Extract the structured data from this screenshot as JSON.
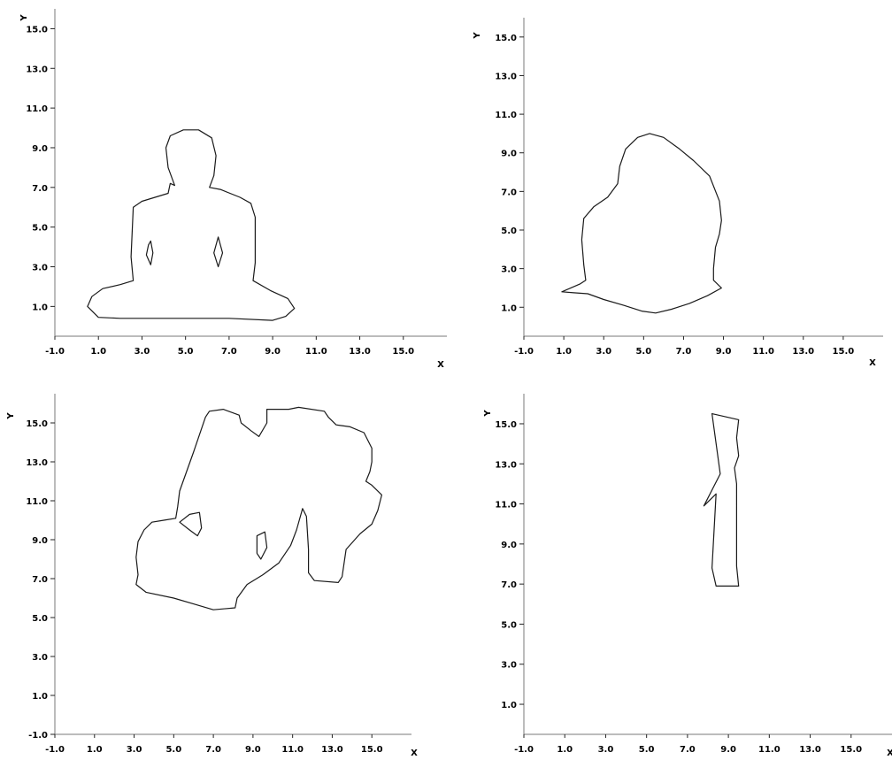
{
  "chart_data": [
    {
      "type": "line",
      "xlabel": "X",
      "ylabel": "Y",
      "xlim": [
        -1,
        17
      ],
      "ylim": [
        -0.5,
        16
      ],
      "xticks": [
        "-1.0",
        "1.0",
        "3.0",
        "5.0",
        "7.0",
        "9.0",
        "11.0",
        "13.0",
        "15.0"
      ],
      "yticks": [
        "1.0",
        "3.0",
        "5.0",
        "7.0",
        "9.0",
        "11.0",
        "13.0",
        "15.0"
      ],
      "series": [
        {
          "closed": true,
          "points": [
            [
              0.5,
              1.0
            ],
            [
              0.7,
              1.5
            ],
            [
              1.2,
              1.9
            ],
            [
              2.0,
              2.1
            ],
            [
              2.6,
              2.3
            ],
            [
              2.5,
              3.5
            ],
            [
              2.6,
              6.0
            ],
            [
              3.0,
              6.3
            ],
            [
              4.2,
              6.7
            ],
            [
              4.3,
              7.2
            ],
            [
              4.5,
              7.1
            ],
            [
              4.2,
              8.0
            ],
            [
              4.1,
              9.0
            ],
            [
              4.3,
              9.6
            ],
            [
              4.9,
              9.9
            ],
            [
              5.6,
              9.9
            ],
            [
              6.2,
              9.5
            ],
            [
              6.4,
              8.6
            ],
            [
              6.3,
              7.6
            ],
            [
              6.1,
              7.0
            ],
            [
              6.6,
              6.9
            ],
            [
              7.5,
              6.5
            ],
            [
              8.0,
              6.2
            ],
            [
              8.2,
              5.5
            ],
            [
              8.2,
              3.2
            ],
            [
              8.1,
              2.3
            ],
            [
              8.9,
              1.8
            ],
            [
              9.7,
              1.4
            ],
            [
              10.0,
              0.9
            ],
            [
              9.6,
              0.5
            ],
            [
              9.0,
              0.3
            ],
            [
              7.0,
              0.4
            ],
            [
              4.0,
              0.4
            ],
            [
              2.0,
              0.4
            ],
            [
              1.0,
              0.45
            ],
            [
              0.5,
              1.0
            ]
          ]
        },
        {
          "closed": true,
          "points": [
            [
              3.4,
              4.3
            ],
            [
              3.5,
              3.7
            ],
            [
              3.4,
              3.1
            ],
            [
              3.2,
              3.6
            ],
            [
              3.3,
              4.1
            ],
            [
              3.4,
              4.3
            ]
          ]
        },
        {
          "closed": true,
          "points": [
            [
              6.5,
              4.5
            ],
            [
              6.7,
              3.7
            ],
            [
              6.5,
              3.0
            ],
            [
              6.3,
              3.7
            ],
            [
              6.5,
              4.5
            ]
          ]
        }
      ]
    },
    {
      "type": "line",
      "xlabel": "X",
      "ylabel": "Y",
      "xlim": [
        -1,
        17
      ],
      "ylim": [
        -0.5,
        16
      ],
      "xticks": [
        "-1.0",
        "1.0",
        "3.0",
        "5.0",
        "7.0",
        "9.0",
        "11.0",
        "13.0",
        "15.0"
      ],
      "yticks": [
        "1.0",
        "3.0",
        "5.0",
        "7.0",
        "9.0",
        "11.0",
        "13.0",
        "15.0"
      ],
      "series": [
        {
          "closed": true,
          "points": [
            [
              0.9,
              1.8
            ],
            [
              1.8,
              2.2
            ],
            [
              2.1,
              2.4
            ],
            [
              2.0,
              3.2
            ],
            [
              1.9,
              4.5
            ],
            [
              2.0,
              5.6
            ],
            [
              2.5,
              6.2
            ],
            [
              3.2,
              6.7
            ],
            [
              3.7,
              7.4
            ],
            [
              3.8,
              8.3
            ],
            [
              4.1,
              9.2
            ],
            [
              4.7,
              9.8
            ],
            [
              5.3,
              10.0
            ],
            [
              6.0,
              9.8
            ],
            [
              6.8,
              9.2
            ],
            [
              7.5,
              8.6
            ],
            [
              8.3,
              7.8
            ],
            [
              8.8,
              6.5
            ],
            [
              8.9,
              5.5
            ],
            [
              8.8,
              4.8
            ],
            [
              8.6,
              4.1
            ],
            [
              8.5,
              3.0
            ],
            [
              8.5,
              2.4
            ],
            [
              8.9,
              2.0
            ],
            [
              8.2,
              1.6
            ],
            [
              7.3,
              1.2
            ],
            [
              6.4,
              0.9
            ],
            [
              5.6,
              0.7
            ],
            [
              4.9,
              0.8
            ],
            [
              4.0,
              1.1
            ],
            [
              3.0,
              1.4
            ],
            [
              2.2,
              1.7
            ],
            [
              1.5,
              1.75
            ],
            [
              0.9,
              1.8
            ]
          ]
        }
      ]
    },
    {
      "type": "line",
      "xlabel": "X",
      "ylabel": "Y",
      "xlim": [
        -1,
        17
      ],
      "ylim": [
        -1,
        16.5
      ],
      "xticks": [
        "-1.0",
        "1.0",
        "3.0",
        "5.0",
        "7.0",
        "9.0",
        "11.0",
        "13.0",
        "15.0"
      ],
      "yticks": [
        "-1.0",
        "1.0",
        "3.0",
        "5.0",
        "7.0",
        "9.0",
        "11.0",
        "13.0",
        "15.0"
      ],
      "series": [
        {
          "closed": true,
          "points": [
            [
              3.1,
              6.7
            ],
            [
              3.6,
              6.3
            ],
            [
              5.0,
              6.0
            ],
            [
              6.0,
              5.7
            ],
            [
              7.0,
              5.4
            ],
            [
              8.1,
              5.5
            ],
            [
              8.2,
              6.0
            ],
            [
              8.7,
              6.7
            ],
            [
              9.5,
              7.2
            ],
            [
              10.3,
              7.8
            ],
            [
              10.9,
              8.7
            ],
            [
              11.2,
              9.5
            ],
            [
              11.5,
              10.6
            ],
            [
              11.7,
              10.2
            ],
            [
              11.8,
              8.5
            ],
            [
              11.8,
              7.3
            ],
            [
              12.1,
              6.9
            ],
            [
              13.3,
              6.8
            ],
            [
              13.5,
              7.1
            ],
            [
              13.7,
              8.5
            ],
            [
              14.4,
              9.3
            ],
            [
              15.0,
              9.8
            ],
            [
              15.3,
              10.5
            ],
            [
              15.5,
              11.3
            ],
            [
              15.0,
              11.8
            ],
            [
              14.7,
              12.0
            ],
            [
              14.9,
              12.5
            ],
            [
              15.0,
              13.0
            ],
            [
              15.0,
              13.7
            ],
            [
              14.6,
              14.5
            ],
            [
              13.9,
              14.8
            ],
            [
              13.2,
              14.9
            ],
            [
              12.8,
              15.3
            ],
            [
              12.6,
              15.6
            ],
            [
              11.3,
              15.8
            ],
            [
              10.8,
              15.7
            ],
            [
              9.7,
              15.7
            ],
            [
              9.7,
              15.0
            ],
            [
              9.3,
              14.3
            ],
            [
              8.9,
              14.6
            ],
            [
              8.4,
              15.0
            ],
            [
              8.3,
              15.4
            ],
            [
              7.5,
              15.7
            ],
            [
              6.8,
              15.6
            ],
            [
              6.6,
              15.3
            ],
            [
              6.0,
              13.5
            ],
            [
              5.3,
              11.5
            ],
            [
              5.2,
              10.7
            ],
            [
              5.1,
              10.1
            ],
            [
              4.5,
              10.0
            ],
            [
              3.9,
              9.9
            ],
            [
              3.5,
              9.5
            ],
            [
              3.2,
              8.9
            ],
            [
              3.1,
              8.1
            ],
            [
              3.2,
              7.2
            ],
            [
              3.1,
              6.7
            ]
          ]
        },
        {
          "closed": true,
          "points": [
            [
              5.3,
              9.9
            ],
            [
              5.8,
              10.3
            ],
            [
              6.3,
              10.4
            ],
            [
              6.4,
              9.6
            ],
            [
              6.2,
              9.2
            ],
            [
              5.8,
              9.5
            ],
            [
              5.3,
              9.9
            ]
          ]
        },
        {
          "closed": true,
          "points": [
            [
              9.2,
              9.2
            ],
            [
              9.6,
              9.4
            ],
            [
              9.7,
              8.6
            ],
            [
              9.4,
              8.0
            ],
            [
              9.2,
              8.3
            ],
            [
              9.2,
              9.2
            ]
          ]
        }
      ]
    },
    {
      "type": "line",
      "xlabel": "X",
      "ylabel": "Y",
      "xlim": [
        -1,
        17
      ],
      "ylim": [
        -0.5,
        16.5
      ],
      "xticks": [
        "-1.0",
        "1.0",
        "3.0",
        "5.0",
        "7.0",
        "9.0",
        "11.0",
        "13.0",
        "15.0"
      ],
      "yticks": [
        "1.0",
        "3.0",
        "5.0",
        "7.0",
        "9.0",
        "11.0",
        "13.0",
        "15.0"
      ],
      "series": [
        {
          "closed": true,
          "points": [
            [
              7.8,
              10.9
            ],
            [
              8.6,
              12.5
            ],
            [
              8.2,
              15.5
            ],
            [
              9.5,
              15.2
            ],
            [
              9.4,
              14.3
            ],
            [
              9.5,
              13.4
            ],
            [
              9.3,
              12.8
            ],
            [
              9.4,
              12.0
            ],
            [
              9.4,
              7.9
            ],
            [
              9.5,
              6.9
            ],
            [
              8.4,
              6.9
            ],
            [
              8.2,
              7.8
            ],
            [
              8.4,
              11.5
            ],
            [
              7.8,
              10.9
            ]
          ]
        }
      ]
    }
  ]
}
